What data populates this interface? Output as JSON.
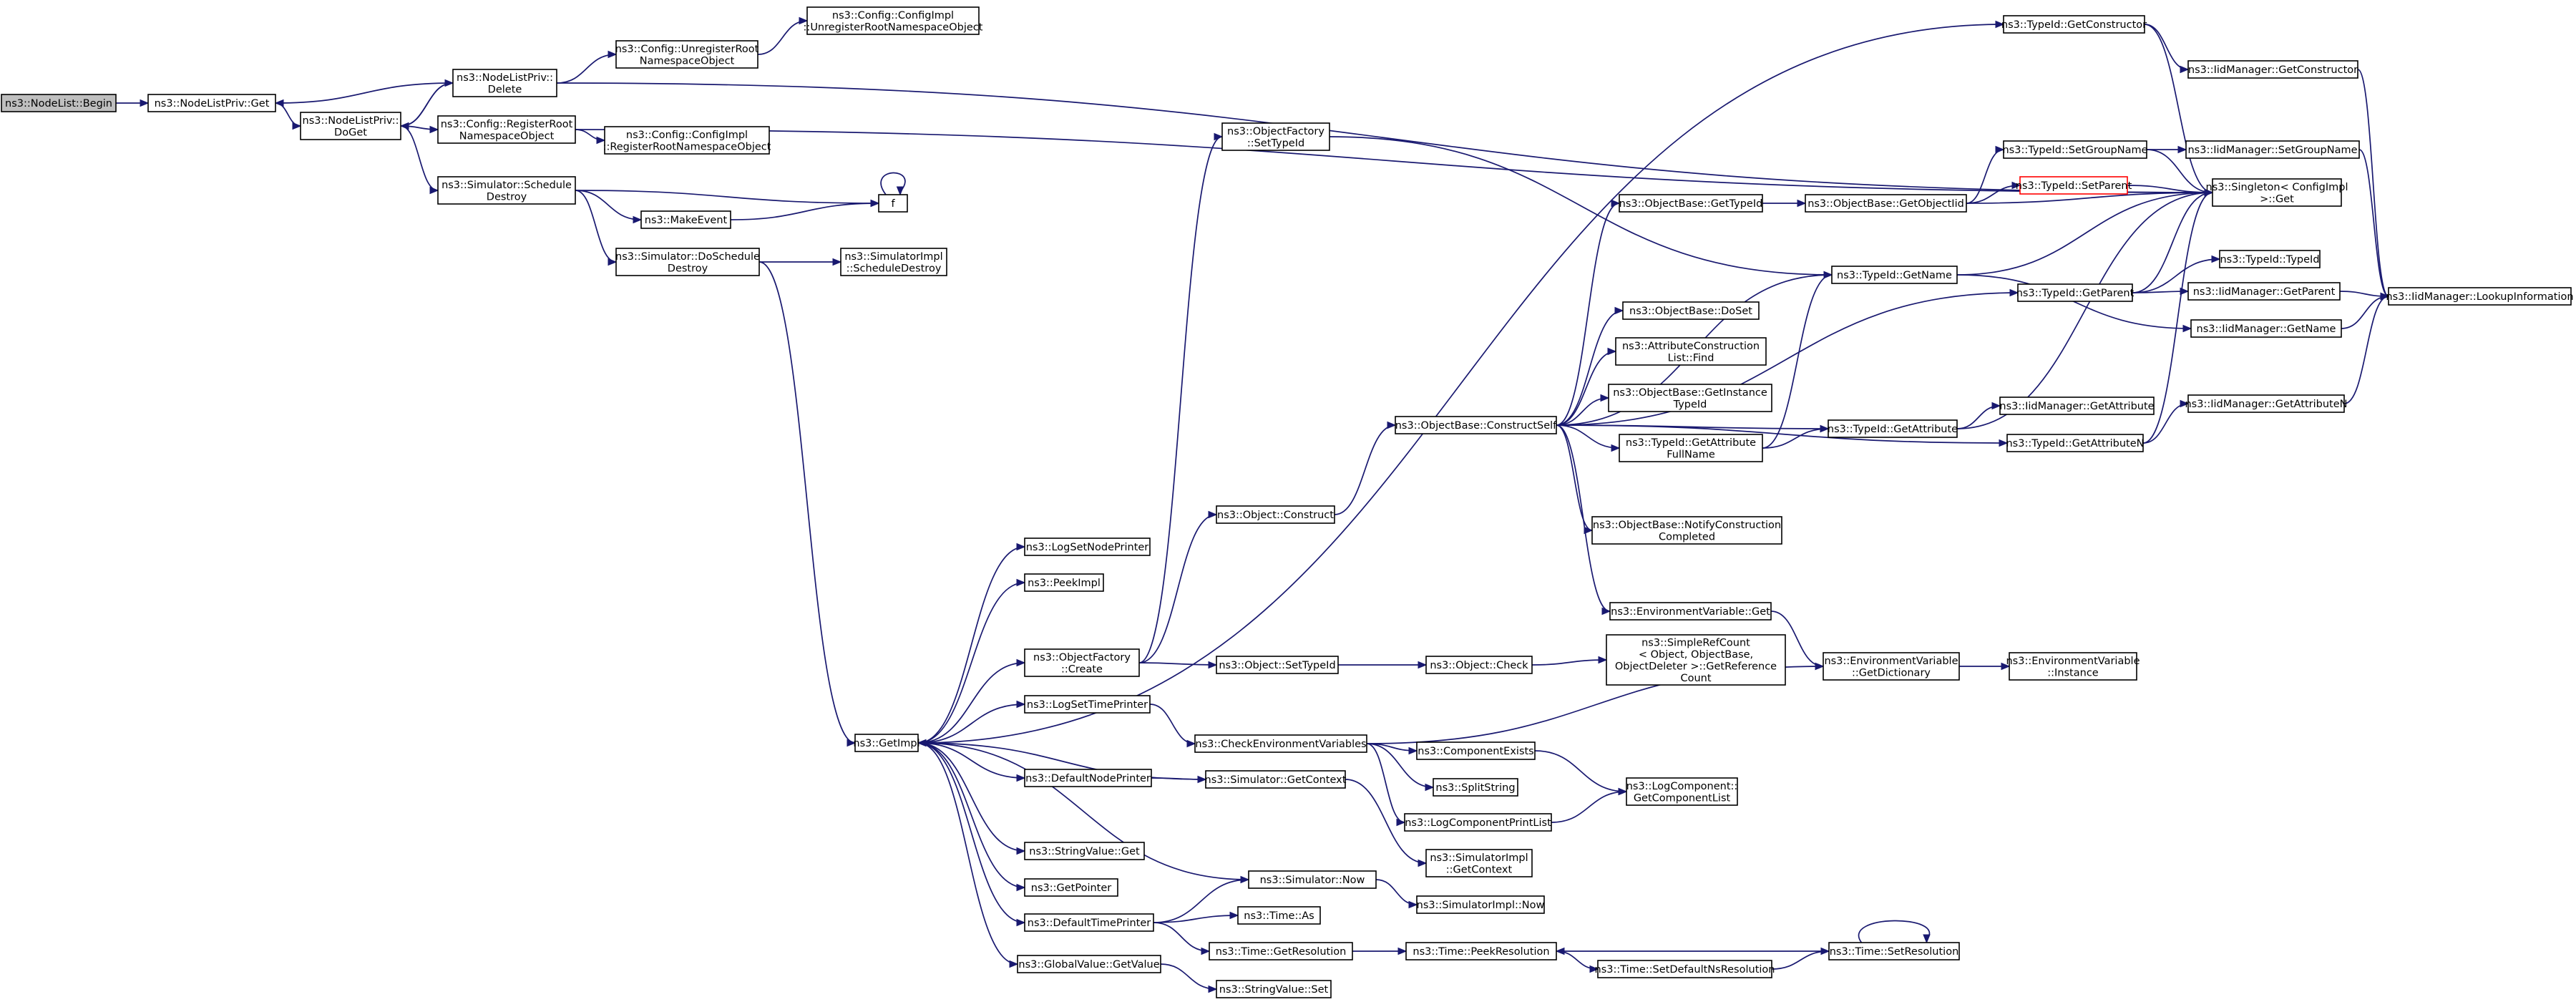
{
  "diagram": {
    "colors": {
      "edge": "#191970",
      "node_border": "#000000",
      "root_fill": "#bfbfbf",
      "highlight_border": "#ff0000",
      "background": "#ffffff"
    },
    "nodes": [
      {
        "id": "begin",
        "lines": [
          "ns3::NodeList::Begin"
        ],
        "style": "root"
      },
      {
        "id": "privget",
        "lines": [
          "ns3::NodeListPriv::Get"
        ]
      },
      {
        "id": "doget",
        "lines": [
          "ns3::NodeListPriv::",
          "DoGet"
        ]
      },
      {
        "id": "delete",
        "lines": [
          "ns3::NodeListPriv::",
          "Delete"
        ]
      },
      {
        "id": "unregroot",
        "lines": [
          "ns3::Config::UnregisterRoot",
          "NamespaceObject"
        ]
      },
      {
        "id": "implunreg",
        "lines": [
          "ns3::Config::ConfigImpl",
          "::UnregisterRootNamespaceObject"
        ]
      },
      {
        "id": "regroot",
        "lines": [
          "ns3::Config::RegisterRoot",
          "NamespaceObject"
        ]
      },
      {
        "id": "implreg",
        "lines": [
          "ns3::Config::ConfigImpl",
          "::RegisterRootNamespaceObject"
        ]
      },
      {
        "id": "schedule",
        "lines": [
          "ns3::Simulator::Schedule",
          "Destroy"
        ]
      },
      {
        "id": "makeevent",
        "lines": [
          "ns3::MakeEvent"
        ]
      },
      {
        "id": "f",
        "lines": [
          "f"
        ]
      },
      {
        "id": "doschedule",
        "lines": [
          "ns3::Simulator::DoSchedule",
          "Destroy"
        ]
      },
      {
        "id": "implschedule",
        "lines": [
          "ns3::SimulatorImpl",
          "::ScheduleDestroy"
        ]
      },
      {
        "id": "getimpl",
        "lines": [
          "ns3::GetImpl"
        ]
      },
      {
        "id": "logsetnode",
        "lines": [
          "ns3::LogSetNodePrinter"
        ]
      },
      {
        "id": "peekimpl",
        "lines": [
          "ns3::PeekImpl"
        ]
      },
      {
        "id": "ofcreate",
        "lines": [
          "ns3::ObjectFactory",
          "::Create"
        ]
      },
      {
        "id": "logsettime",
        "lines": [
          "ns3::LogSetTimePrinter"
        ]
      },
      {
        "id": "defnode",
        "lines": [
          "ns3::DefaultNodePrinter"
        ]
      },
      {
        "id": "strget",
        "lines": [
          "ns3::StringValue::Get"
        ]
      },
      {
        "id": "getptr",
        "lines": [
          "ns3::GetPointer"
        ]
      },
      {
        "id": "deftime",
        "lines": [
          "ns3::DefaultTimePrinter"
        ]
      },
      {
        "id": "gvget",
        "lines": [
          "ns3::GlobalValue::GetValue"
        ]
      },
      {
        "id": "ofsettypeid",
        "lines": [
          "ns3::ObjectFactory",
          "::SetTypeId"
        ]
      },
      {
        "id": "objconstruct",
        "lines": [
          "ns3::Object::Construct"
        ]
      },
      {
        "id": "objsettypeid",
        "lines": [
          "ns3::Object::SetTypeId"
        ]
      },
      {
        "id": "checkenv",
        "lines": [
          "ns3::CheckEnvironmentVariables"
        ]
      },
      {
        "id": "simgetctx",
        "lines": [
          "ns3::Simulator::GetContext"
        ]
      },
      {
        "id": "simnow",
        "lines": [
          "ns3::Simulator::Now"
        ]
      },
      {
        "id": "timeas",
        "lines": [
          "ns3::Time::As"
        ]
      },
      {
        "id": "timegetres",
        "lines": [
          "ns3::Time::GetResolution"
        ]
      },
      {
        "id": "strset",
        "lines": [
          "ns3::StringValue::Set"
        ]
      },
      {
        "id": "construct",
        "lines": [
          "ns3::ObjectBase::ConstructSelf"
        ]
      },
      {
        "id": "objcheck",
        "lines": [
          "ns3::Object::Check"
        ]
      },
      {
        "id": "compexists",
        "lines": [
          "ns3::ComponentExists"
        ]
      },
      {
        "id": "splitstr",
        "lines": [
          "ns3::SplitString"
        ]
      },
      {
        "id": "logcompprint",
        "lines": [
          "ns3::LogComponentPrintList"
        ]
      },
      {
        "id": "simimplctx",
        "lines": [
          "ns3::SimulatorImpl",
          "::GetContext"
        ]
      },
      {
        "id": "simimplnow",
        "lines": [
          "ns3::SimulatorImpl::Now"
        ]
      },
      {
        "id": "peekres",
        "lines": [
          "ns3::Time::PeekResolution"
        ]
      },
      {
        "id": "obgettypeid",
        "lines": [
          "ns3::ObjectBase::GetTypeId"
        ]
      },
      {
        "id": "obdoset",
        "lines": [
          "ns3::ObjectBase::DoSet"
        ]
      },
      {
        "id": "acfind",
        "lines": [
          "ns3::AttributeConstruction",
          "List::Find"
        ]
      },
      {
        "id": "obgetinst",
        "lines": [
          "ns3::ObjectBase::GetInstance",
          "TypeId"
        ]
      },
      {
        "id": "tidgetattrfull",
        "lines": [
          "ns3::TypeId::GetAttribute",
          "FullName"
        ]
      },
      {
        "id": "obnotify",
        "lines": [
          "ns3::ObjectBase::NotifyConstruction",
          "Completed"
        ]
      },
      {
        "id": "envget",
        "lines": [
          "ns3::EnvironmentVariable::Get"
        ]
      },
      {
        "id": "simplerefcount",
        "lines": [
          "ns3::SimpleRefCount",
          "< Object, ObjectBase,",
          "ObjectDeleter >::GetReference",
          "Count"
        ]
      },
      {
        "id": "complist",
        "lines": [
          "ns3::LogComponent::",
          "GetComponentList"
        ]
      },
      {
        "id": "setdefns",
        "lines": [
          "ns3::Time::SetDefaultNsResolution"
        ]
      },
      {
        "id": "obgetoid",
        "lines": [
          "ns3::ObjectBase::GetObjectIid"
        ]
      },
      {
        "id": "tidgetname",
        "lines": [
          "ns3::TypeId::GetName"
        ]
      },
      {
        "id": "tidgetattr",
        "lines": [
          "ns3::TypeId::GetAttribute"
        ]
      },
      {
        "id": "envdict",
        "lines": [
          "ns3::EnvironmentVariable",
          "::GetDictionary"
        ]
      },
      {
        "id": "setres",
        "lines": [
          "ns3::Time::SetResolution"
        ]
      },
      {
        "id": "tidgetctor",
        "lines": [
          "ns3::TypeId::GetConstructor"
        ]
      },
      {
        "id": "tidsetgroup",
        "lines": [
          "ns3::TypeId::SetGroupName"
        ]
      },
      {
        "id": "tidsetparent",
        "lines": [
          "ns3::TypeId::SetParent"
        ],
        "style": "red"
      },
      {
        "id": "tidgetparent",
        "lines": [
          "ns3::TypeId::GetParent"
        ]
      },
      {
        "id": "iidgetattr",
        "lines": [
          "ns3::IidManager::GetAttribute"
        ]
      },
      {
        "id": "tidgetattrn",
        "lines": [
          "ns3::TypeId::GetAttributeN"
        ]
      },
      {
        "id": "envinst",
        "lines": [
          "ns3::EnvironmentVariable",
          "::Instance"
        ]
      },
      {
        "id": "iidgetctor",
        "lines": [
          "ns3::IidManager::GetConstructor"
        ]
      },
      {
        "id": "iidsetgroup",
        "lines": [
          "ns3::IidManager::SetGroupName"
        ]
      },
      {
        "id": "singleton",
        "lines": [
          "ns3::Singleton< ConfigImpl",
          ">::Get"
        ]
      },
      {
        "id": "tidtypeid",
        "lines": [
          "ns3::TypeId::TypeId"
        ]
      },
      {
        "id": "iidgetparent",
        "lines": [
          "ns3::IidManager::GetParent"
        ]
      },
      {
        "id": "iidgetname",
        "lines": [
          "ns3::IidManager::GetName"
        ]
      },
      {
        "id": "iidgetattrn",
        "lines": [
          "ns3::IidManager::GetAttributeN"
        ]
      },
      {
        "id": "iidlookup",
        "lines": [
          "ns3::IidManager::LookupInformation"
        ]
      }
    ],
    "edges": [
      [
        "begin",
        "privget"
      ],
      [
        "privget",
        "doget"
      ],
      [
        "doget",
        "delete"
      ],
      [
        "delete",
        "privget"
      ],
      [
        "delete",
        "doget"
      ],
      [
        "delete",
        "unregroot"
      ],
      [
        "delete",
        "singleton"
      ],
      [
        "unregroot",
        "implunreg"
      ],
      [
        "doget",
        "regroot"
      ],
      [
        "doget",
        "schedule"
      ],
      [
        "regroot",
        "implreg"
      ],
      [
        "regroot",
        "singleton"
      ],
      [
        "schedule",
        "makeevent"
      ],
      [
        "schedule",
        "f"
      ],
      [
        "schedule",
        "doschedule"
      ],
      [
        "makeevent",
        "f"
      ],
      [
        "f",
        "f"
      ],
      [
        "doschedule",
        "implschedule"
      ],
      [
        "doschedule",
        "getimpl"
      ],
      [
        "getimpl",
        "logsetnode"
      ],
      [
        "getimpl",
        "peekimpl"
      ],
      [
        "getimpl",
        "ofcreate"
      ],
      [
        "getimpl",
        "logsettime"
      ],
      [
        "getimpl",
        "defnode"
      ],
      [
        "getimpl",
        "strget"
      ],
      [
        "getimpl",
        "getptr"
      ],
      [
        "getimpl",
        "deftime"
      ],
      [
        "getimpl",
        "gvget"
      ],
      [
        "getimpl",
        "tidgetctor"
      ],
      [
        "ofcreate",
        "ofsettypeid"
      ],
      [
        "ofcreate",
        "objconstruct"
      ],
      [
        "ofcreate",
        "objsettypeid"
      ],
      [
        "ofsettypeid",
        "tidgetname"
      ],
      [
        "logsettime",
        "checkenv"
      ],
      [
        "defnode",
        "simgetctx"
      ],
      [
        "simgetctx",
        "getimpl"
      ],
      [
        "simgetctx",
        "simimplctx"
      ],
      [
        "simnow",
        "getimpl"
      ],
      [
        "simnow",
        "simimplnow"
      ],
      [
        "deftime",
        "simnow"
      ],
      [
        "deftime",
        "timeas"
      ],
      [
        "deftime",
        "timegetres"
      ],
      [
        "gvget",
        "strset"
      ],
      [
        "timegetres",
        "peekres"
      ],
      [
        "peekres",
        "setdefns"
      ],
      [
        "setdefns",
        "setres"
      ],
      [
        "setres",
        "peekres"
      ],
      [
        "setres",
        "setres"
      ],
      [
        "objconstruct",
        "construct"
      ],
      [
        "objsettypeid",
        "objcheck"
      ],
      [
        "objcheck",
        "simplerefcount"
      ],
      [
        "checkenv",
        "compexists"
      ],
      [
        "checkenv",
        "splitstr"
      ],
      [
        "checkenv",
        "logcompprint"
      ],
      [
        "checkenv",
        "envdict"
      ],
      [
        "compexists",
        "complist"
      ],
      [
        "logcompprint",
        "complist"
      ],
      [
        "construct",
        "obgettypeid"
      ],
      [
        "construct",
        "tidgetname"
      ],
      [
        "construct",
        "obdoset"
      ],
      [
        "construct",
        "acfind"
      ],
      [
        "construct",
        "obgetinst"
      ],
      [
        "construct",
        "tidgetattrfull"
      ],
      [
        "construct",
        "obnotify"
      ],
      [
        "construct",
        "envget"
      ],
      [
        "construct",
        "tidgetattr"
      ],
      [
        "construct",
        "tidgetattrn"
      ],
      [
        "construct",
        "tidgetparent"
      ],
      [
        "obgettypeid",
        "obgetoid"
      ],
      [
        "obgetoid",
        "tidsetgroup"
      ],
      [
        "obgetoid",
        "tidsetparent"
      ],
      [
        "obgetoid",
        "singleton"
      ],
      [
        "tidgetattrfull",
        "tidgetname"
      ],
      [
        "tidgetattrfull",
        "tidgetattr"
      ],
      [
        "tidgetname",
        "singleton"
      ],
      [
        "tidgetname",
        "iidgetname"
      ],
      [
        "tidgetattr",
        "iidgetattr"
      ],
      [
        "tidgetattr",
        "singleton"
      ],
      [
        "tidgetattrn",
        "iidgetattrn"
      ],
      [
        "tidgetattrn",
        "singleton"
      ],
      [
        "tidgetctor",
        "iidgetctor"
      ],
      [
        "tidgetctor",
        "singleton"
      ],
      [
        "tidsetgroup",
        "iidsetgroup"
      ],
      [
        "tidsetgroup",
        "singleton"
      ],
      [
        "tidsetparent",
        "singleton"
      ],
      [
        "tidgetparent",
        "tidtypeid"
      ],
      [
        "tidgetparent",
        "iidgetparent"
      ],
      [
        "tidgetparent",
        "singleton"
      ],
      [
        "iidgetctor",
        "iidlookup"
      ],
      [
        "iidsetgroup",
        "iidlookup"
      ],
      [
        "iidgetparent",
        "iidlookup"
      ],
      [
        "iidgetname",
        "iidlookup"
      ],
      [
        "iidgetattrn",
        "iidlookup"
      ],
      [
        "envget",
        "envdict"
      ],
      [
        "envdict",
        "envinst"
      ]
    ]
  }
}
